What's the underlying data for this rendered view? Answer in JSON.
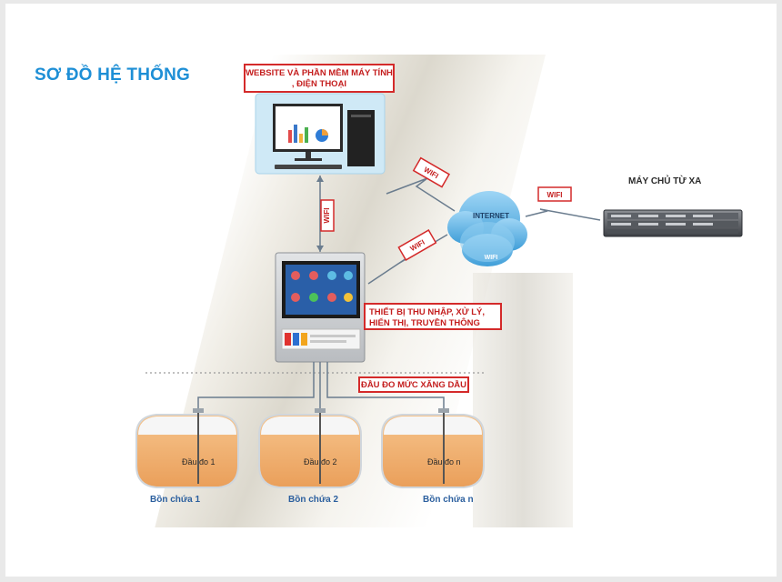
{
  "diagram": {
    "title": "SƠ ĐỒ HỆ THỐNG",
    "website_box": "WEBSITE VÀ PHẦN MỀM MÁY TÍNH , ĐIỆN THOẠI",
    "device_box": "THIẾT BỊ THU NHẬP, XỬ LÝ, HIỂN THỊ, TRUYỀN THÔNG",
    "sensor_box": "ĐẦU ĐO MỨC XĂNG DẦU",
    "server_label": "MÁY CHỦ TỪ XA",
    "wifi_label": "WIFI",
    "internet_label": "INTERNET",
    "cloud_wifi_label": "WIFI",
    "tanks": [
      {
        "probe": "Đầu đo 1",
        "tank": "Bồn chứa 1"
      },
      {
        "probe": "Đầu đo 2",
        "tank": "Bồn chứa 2"
      },
      {
        "probe": "Đầu đo n",
        "tank": "Bồn chứa n"
      }
    ],
    "colors": {
      "title": "#1e8fd6",
      "box_border": "#d42a2a",
      "oil": "#f2b478",
      "cloud": "#6ab8e8"
    }
  }
}
